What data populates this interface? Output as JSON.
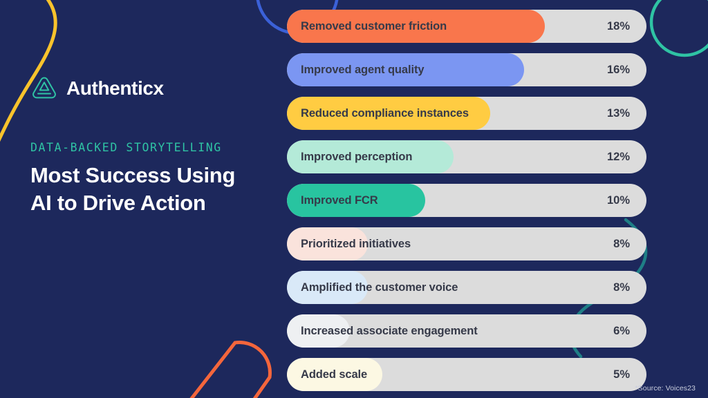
{
  "background_color": "#1d285c",
  "brand": {
    "logo_icon": "authenticx-triangle-logo-icon",
    "name": "Authenticx",
    "logo_color": "#2fc3a4"
  },
  "headline": {
    "eyebrow": "DATA-BACKED STORYTELLING",
    "eyebrow_color": "#2fc3a4",
    "line1": "Most Success Using",
    "line2": "AI to Drive Action",
    "title_color": "#ffffff"
  },
  "footnote": "*Source: Voices23",
  "decorations": [
    {
      "name": "yellow-curve",
      "color": "#f9c32c"
    },
    {
      "name": "teal-circle-outline",
      "color": "#2fc3a4"
    },
    {
      "name": "blue-circle-outline",
      "color": "#3b61d8"
    },
    {
      "name": "orange-arch-outline",
      "color": "#f4663c"
    },
    {
      "name": "teal-wave-outline",
      "color": "#1f7f86"
    }
  ],
  "chart_data": {
    "type": "bar",
    "orientation": "horizontal",
    "title": "Most Success Using AI to Drive Action",
    "subtitle": "DATA-BACKED STORYTELLING",
    "xlabel": "",
    "ylabel": "",
    "source": "*Source: Voices23",
    "track_color": "#dcdcdc",
    "value_suffix": "%",
    "xlim": [
      0,
      25
    ],
    "grid": false,
    "legend": false,
    "categories": [
      "Removed customer friction",
      "Improved agent quality",
      "Reduced compliance instances",
      "Improved perception",
      "Improved FCR",
      "Prioritized initiatives",
      "Amplified the customer voice",
      "Increased associate engagement",
      "Added scale"
    ],
    "values": [
      18,
      16,
      13,
      12,
      10,
      8,
      8,
      6,
      5
    ],
    "value_labels": [
      "18%",
      "16%",
      "13%",
      "12%",
      "10%",
      "8%",
      "8%",
      "6%",
      "5%"
    ],
    "bar_colors": [
      "#f9764c",
      "#7b96f2",
      "#ffcc42",
      "#b4ead8",
      "#28c4a0",
      "#fae3dc",
      "#d9e9f8",
      "#eef0f2",
      "#fcf8e3"
    ],
    "bar_fill_pct": [
      71.7,
      66.0,
      56.5,
      46.3,
      38.5,
      22.5,
      22.5,
      17.5,
      26.5
    ]
  }
}
